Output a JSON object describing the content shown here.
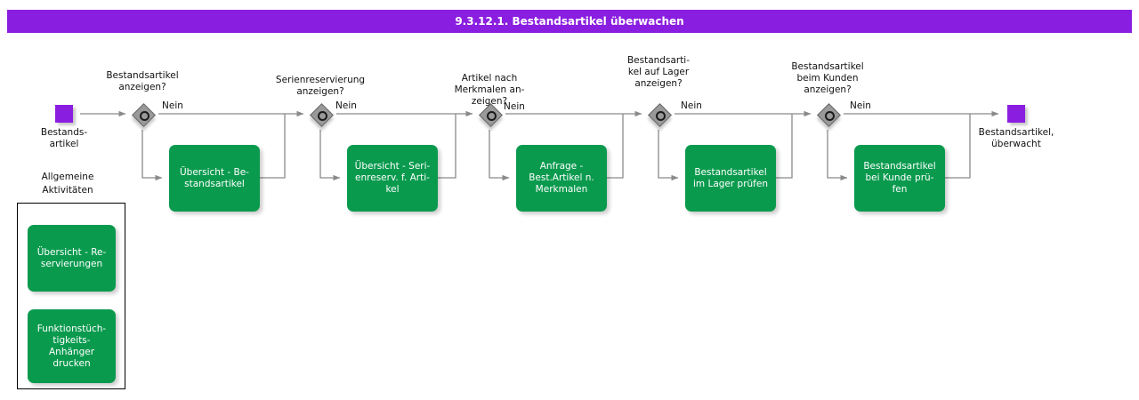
{
  "header": {
    "title": "9.3.12.1. Bestandsartikel überwachen",
    "bar_color": "#8A1EE0",
    "text_color": "#ffffff"
  },
  "colors": {
    "event": "#8A1EE0",
    "task": "#0A9A4E",
    "gateway": "#999999",
    "connector": "#7a7a7a",
    "text": "#111111"
  },
  "start_event": {
    "name": "start-event",
    "label": "Bestands-\nartikel"
  },
  "end_event": {
    "name": "end-event",
    "label": "Bestandsartikel,\nüberwacht"
  },
  "default_flow_label": "Nein",
  "gateways": [
    {
      "id": "gw1",
      "label": "Bestandsartikel\nanzeigen?",
      "flow_label": "Nein"
    },
    {
      "id": "gw2",
      "label": "Serienreservierung\nanzeigen?",
      "flow_label": "Nein"
    },
    {
      "id": "gw3",
      "label": "Artikel nach\nMerkmalen an-\nzeigen?",
      "flow_label": "Nein"
    },
    {
      "id": "gw4",
      "label": "Bestandsarti-\nkel auf Lager\nanzeigen?",
      "flow_label": "Nein"
    },
    {
      "id": "gw5",
      "label": "Bestandsartikel\nbeim  Kunden\nanzeigen?",
      "flow_label": "Nein"
    }
  ],
  "tasks": [
    {
      "id": "task1",
      "label": "Übersicht - Be-\nstandsartikel"
    },
    {
      "id": "task2",
      "label": "Übersicht - Seri-\nenreserv. f. Arti-\nkel"
    },
    {
      "id": "task3",
      "label": "Anfrage -\nBest.Artikel n.\nMerkmalen"
    },
    {
      "id": "task4",
      "label": "Bestandsartikel\nim Lager prüfen"
    },
    {
      "id": "task5",
      "label": "Bestandsartikel\nbei Kunde prü-\nfen"
    }
  ],
  "group": {
    "title": "Allgemeine\nAktivitäten",
    "tasks": [
      {
        "id": "gtask1",
        "label": "Übersicht - Re-\nservierungen"
      },
      {
        "id": "gtask2",
        "label": "Funktionstüch-\ntigkeits-\nAnhänger\ndrucken"
      }
    ]
  }
}
